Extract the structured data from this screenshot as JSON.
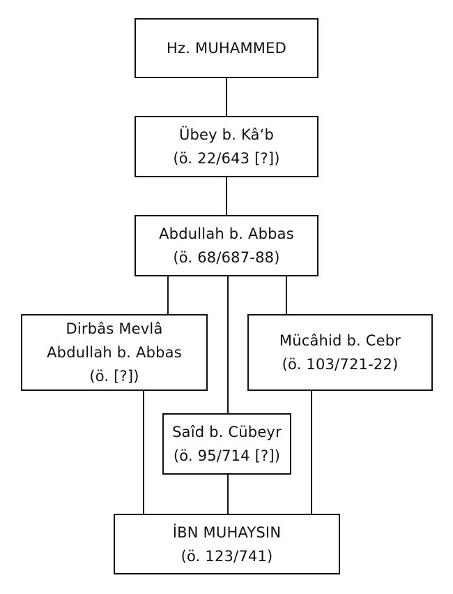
{
  "nodes": {
    "muhammed": {
      "name": "Hz. MUHAMMED"
    },
    "ubey": {
      "name": "Übey b. Kâ‘b",
      "dates": "(ö. 22/643 [?])"
    },
    "abdullah": {
      "name": "Abdullah b. Abbas",
      "dates": "(ö. 68/687-88)"
    },
    "dirbas": {
      "name_line1": "Dirbâs Mevlâ",
      "name_line2": "Abdullah b. Abbas",
      "dates": "(ö. [?])"
    },
    "mucahid": {
      "name": "Mücâhid b. Cebr",
      "dates": "(ö. 103/721-22)"
    },
    "said": {
      "name": "Saîd b. Cübeyr",
      "dates": "(ö. 95/714 [?])"
    },
    "ibn": {
      "name": "İBN MUHAYSIN",
      "dates": "(ö. 123/741)"
    }
  }
}
